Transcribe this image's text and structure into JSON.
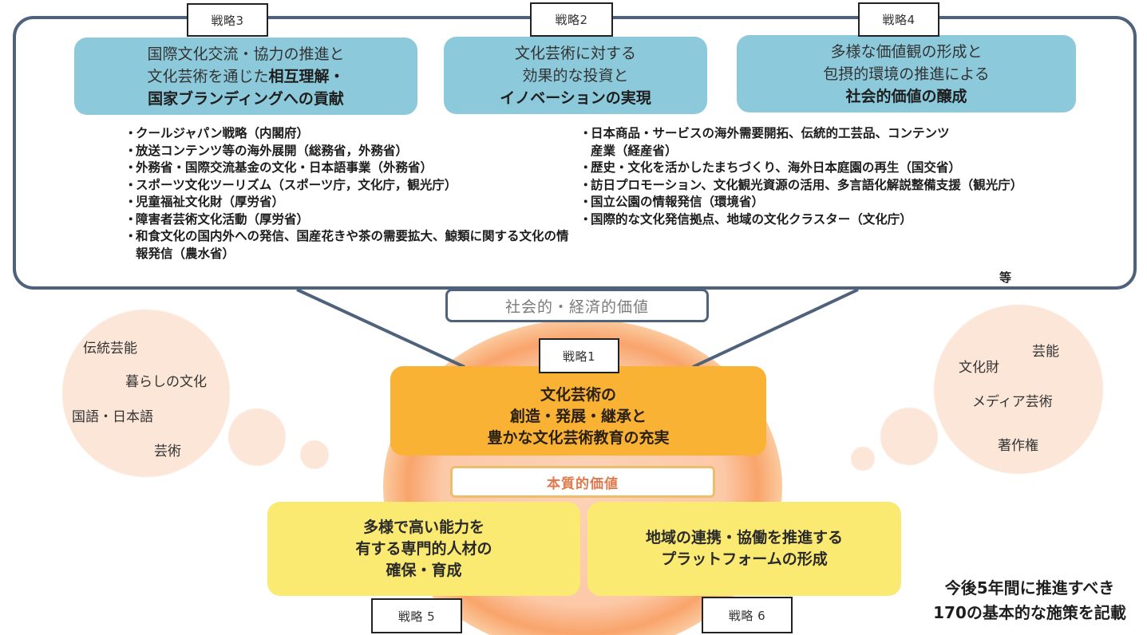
{
  "colors": {
    "frame": "#4e627c",
    "blue_box": "#8ccadb",
    "orange_box": "#f9b233",
    "yellow_box": "#faea72",
    "bubble": "#fbe6d8",
    "core_label_text": "#e07a4c"
  },
  "strategy_tags": {
    "s1": "戦略1",
    "s2": "戦略2",
    "s3": "戦略3",
    "s4": "戦略4",
    "s5": "戦略 5",
    "s6": "戦略 6"
  },
  "strategy3": {
    "line1": "国際文化交流・協力の推進と",
    "line2_normal": "文化芸術を通じた",
    "line2_bold": "相互理解・",
    "line3_bold": "国家ブランディングへの貢献"
  },
  "strategy2": {
    "line1": "文化芸術に対する",
    "line2": "効果的な投資と",
    "line3_bold": "イノベーションの実現"
  },
  "strategy4": {
    "line1": "多様な価値観の形成と",
    "line2": "包摂的環境の推進による",
    "line3_bold": "社会的価値の醸成"
  },
  "left_bullets": [
    "クールジャパン戦略（内閣府）",
    "放送コンテンツ等の海外展開（総務省，外務省）",
    "外務省・国際交流基金の文化・日本語事業（外務省）",
    "スポーツ文化ツーリズム（スポーツ庁，文化庁，観光庁）",
    "児童福祉文化財（厚労省）",
    "障害者芸術文化活動（厚労省）",
    "和食文化の国内外への発信、国産花きや茶の需要拡大、鯨類に関する文化の情報発信（農水省）"
  ],
  "right_bullets": [
    "日本商品・サービスの海外需要開拓、伝統的工芸品、コンテンツ産業（経産省）",
    "歴史・文化を活かしたまちづくり、海外日本庭園の再生（国交省）",
    "訪日プロモーション、文化観光資源の活用、多言語化解説整備支援（観光庁）",
    "国立公園の情報発信（環境省）",
    "国際的な文化発信拠点、地域の文化クラスター（文化庁）"
  ],
  "etc_label": "等",
  "social_economic_value": "社会的・経済的価値",
  "strategy1": {
    "line1": "文化芸術の",
    "line2": "創造・発展・継承と",
    "line3": "豊かな文化芸術教育の充実"
  },
  "core_value": "本質的価値",
  "strategy5": {
    "line1": "多様で高い能力を",
    "line2": "有する専門的人材の",
    "line3": "確保・育成"
  },
  "strategy6": {
    "line1": "地域の連携・協働を推進する",
    "line2": "プラットフォームの形成"
  },
  "left_bubble_words": [
    "伝統芸能",
    "暮らしの文化",
    "国語・日本語",
    "芸術"
  ],
  "right_bubble_words": [
    "芸能",
    "文化財",
    "メディア芸術",
    "著作権"
  ],
  "summary": {
    "line1": "今後5年間に推進すべき",
    "line2": "170の基本的な施策を記載"
  }
}
